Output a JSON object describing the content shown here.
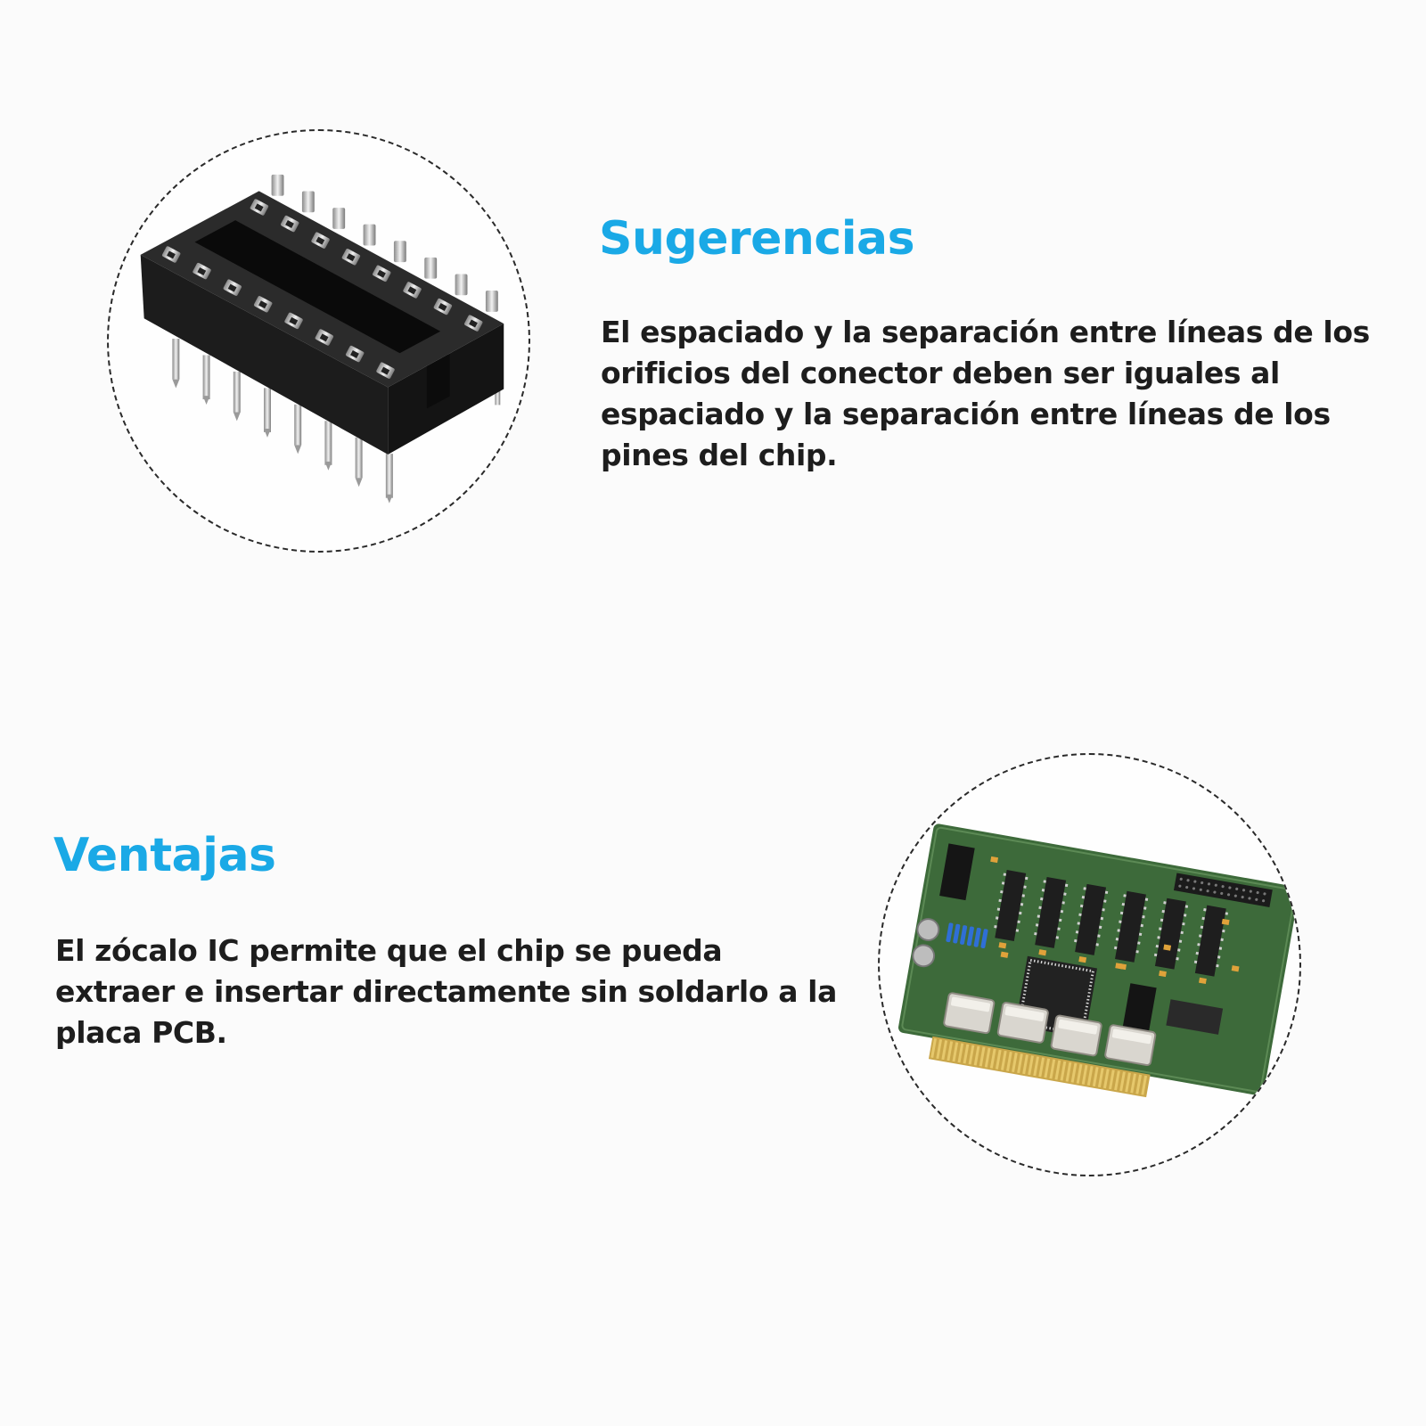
{
  "theme": {
    "accent": "#1aa9e6",
    "text": "#1d1d1d",
    "background": "#fbfbfb"
  },
  "suggestions": {
    "title": "Sugerencias",
    "body": "El espaciado y la separación entre líneas de los orificios del conector deben ser iguales al espaciado y la separación entre líneas de los pines del chip.",
    "image_subject": "ic-socket-icon"
  },
  "advantages": {
    "title": "Ventajas",
    "body": "El zócalo IC permite que el chip se pueda extraer e insertar directamente sin soldarlo a la placa PCB.",
    "image_subject": "pcb-board-icon"
  }
}
